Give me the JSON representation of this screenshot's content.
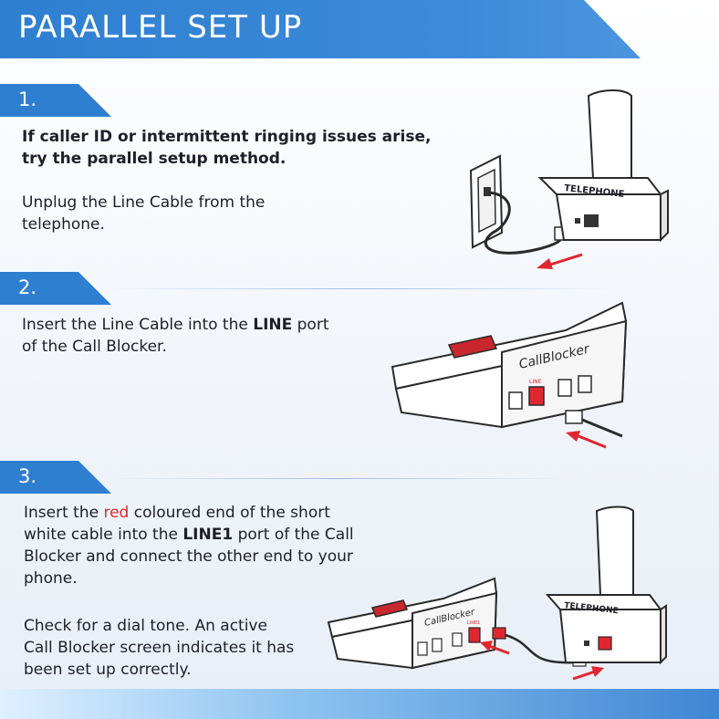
{
  "header": {
    "title": "PARALLEL SET UP"
  },
  "steps": [
    {
      "number": "1.",
      "intro_bold": "If caller ID or intermittent ringing issues arise, try the parallel setup method.",
      "text": "Unplug the Line Cable from the telephone."
    },
    {
      "number": "2.",
      "text_before": "Insert the Line Cable into the ",
      "text_bold": "LINE",
      "text_after": " port of the Call Blocker."
    },
    {
      "number": "3.",
      "p1_a": "Insert the ",
      "p1_red": "red",
      "p1_b": " coloured end of the short white cable into the ",
      "p1_bold": "LINE1",
      "p1_c": " port of the Call Blocker and connect the other end to your phone.",
      "p2": "Check for a dial tone. An active Call Blocker screen indicates it has been set up correctly."
    }
  ],
  "device_labels": {
    "telephone": "TELEPHONE",
    "callblocker": "CallBlocker",
    "line_port": "LINE",
    "line1_port": "LINE1"
  },
  "colors": {
    "accent_blue": "#2f7fd1",
    "highlight_red": "#e0272f"
  }
}
